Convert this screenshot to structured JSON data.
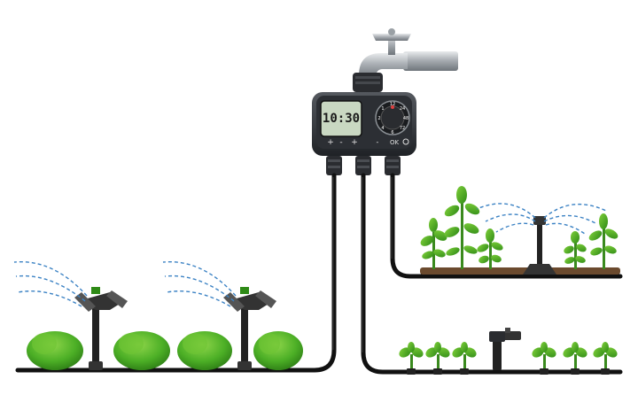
{
  "timer": {
    "display_time": "10:30",
    "button_plus_left": "+",
    "button_minus": "-",
    "button_plus_right": "+",
    "button_ok": "OK",
    "dial_labels": [
      "12",
      "24",
      "48",
      "72",
      "6",
      "4",
      "2",
      "1"
    ]
  },
  "colors": {
    "pipe": "#111111",
    "foliage": "#4caf26",
    "foliage_dark": "#2e7d16",
    "water": "#3b82c4",
    "lcd": "#c9d8c2",
    "housing": "#3a3d42",
    "metal": "#b8bcc0",
    "soil": "#6b4a2e"
  },
  "icons": {
    "faucet": "faucet-icon",
    "sprinkler": "sprinkler-icon",
    "valve": "valve-icon"
  }
}
